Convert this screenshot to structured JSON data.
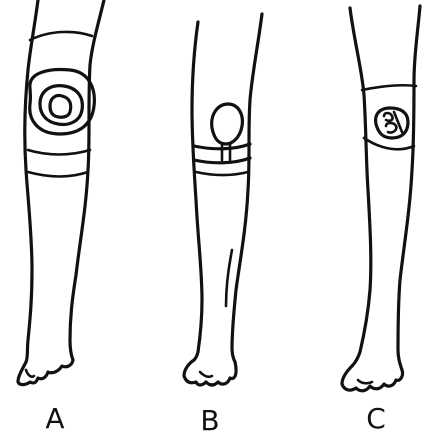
{
  "figure": {
    "labels": [
      "A",
      "B",
      "C"
    ]
  }
}
